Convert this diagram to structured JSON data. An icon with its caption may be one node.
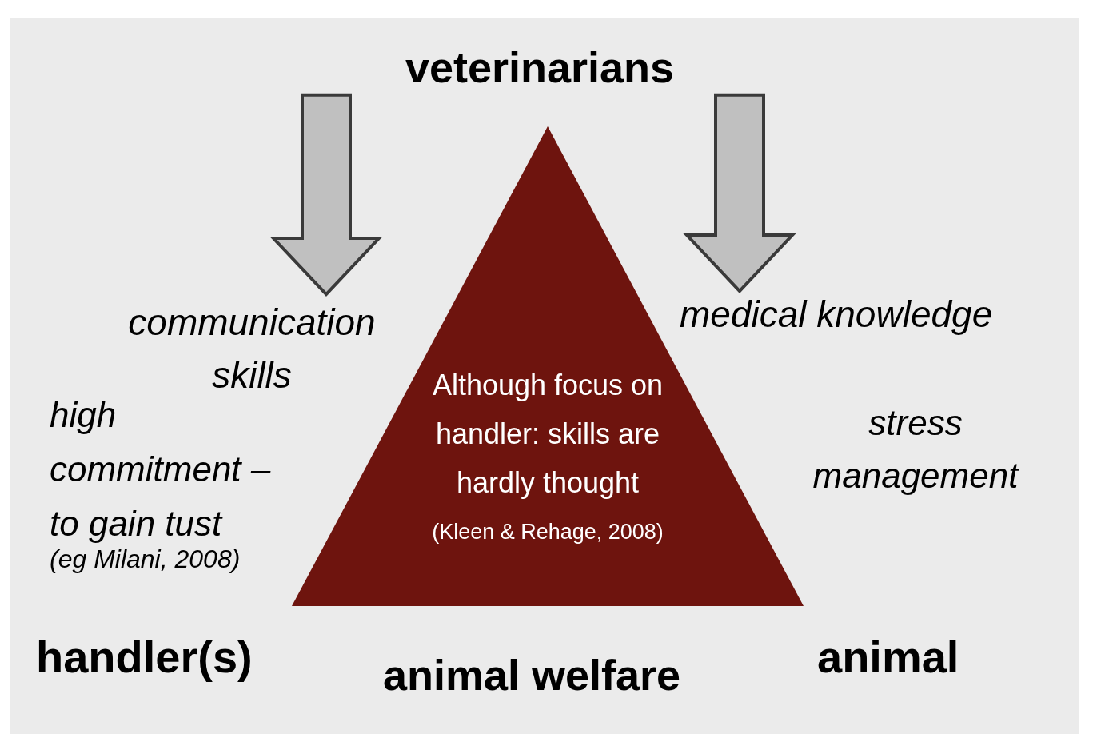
{
  "diagram": {
    "nodes": [
      {
        "text": [
          "veterinarians"
        ]
      },
      {
        "text": [
          "communication skills"
        ]
      },
      {
        "text": [
          "medical knowledge"
        ]
      },
      {
        "text": [
          "Although focus on handler: skills are hardly thought",
          "(Kleen & Rehage, 2008)"
        ]
      }
    ],
    "edges": [
      {
        "from": 0,
        "to": 1,
        "arrow": "to"
      },
      {
        "from": 0,
        "to": 2,
        "arrow": "to"
      }
    ],
    "labels": [
      "high commitment – to gain tust",
      "(eg Milani, 2008)",
      "stress management",
      "handler(s)",
      "animal welfare",
      "animal"
    ]
  }
}
